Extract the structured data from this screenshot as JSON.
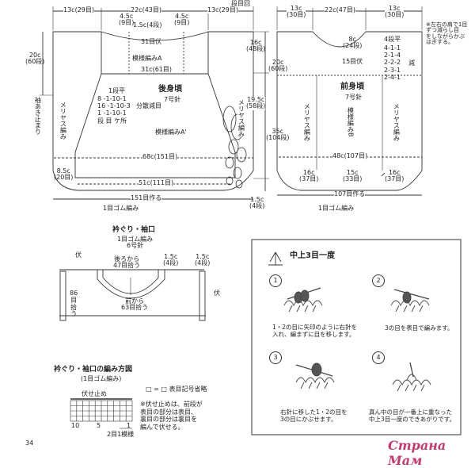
{
  "page_number": "34",
  "watermark": "Страна Мам",
  "back": {
    "top_measures": {
      "left": "13c(29目)",
      "middle": "22c(43目)",
      "right": "13c(29目)",
      "side_rows": "段目回",
      "neck_left": "4.5c\n(9目)",
      "neck_right": "4.5c\n(9目)",
      "neck_depth": "1.5c(4段)"
    },
    "labels": {
      "bind_off": "31目伏",
      "pattern_a": "模様編みA",
      "width_31": "31c(61目)",
      "title": "後身頃",
      "needle": "7号針",
      "decrease_title": "1段平",
      "decrease_rows": "8 -1-10-1\n16 -1-10-3\n1 -1-10-1\n段 目 ケ所",
      "decrease_note": "分散減目",
      "pattern_a2": "模様編みA'",
      "width_68": "68c(151目)",
      "hem_85": "8.5c\n(20目)",
      "width_51": "51c(111目)",
      "cast_on": "151目作る",
      "rib": "1目ゴム編み"
    },
    "side": {
      "left_20": "20c\n(60段)",
      "opening": "袖あき止まり",
      "stockinette_l": "メリヤス編み",
      "stockinette_r": "メリヤス編み",
      "right_16": "16c\n(48段)",
      "right_20": "20c\n(60段)",
      "right_195": "19.5c\n(58段)",
      "right_35": "35c\n(104段)",
      "bottom_15": "1.5c\n(4段)"
    }
  },
  "front": {
    "top_measures": {
      "left": "13c\n(30目)",
      "middle": "22c(47目)",
      "right": "13c\n(30目)"
    },
    "note": "※左右の肩で1目\nずつ減らし目\nをしながらかぶ\nはぎする。",
    "labels": {
      "neck_8": "8c\n(24段)",
      "bind_off": "15目伏",
      "decrease_title": "4段平",
      "decrease_rows": "4-1-1\n2-1-4\n2-2-2\n2-3-1\n2-4-1",
      "decrease_note": "減",
      "title": "前身頃",
      "needle": "7号針",
      "pattern_b": "模様編みB",
      "stockinette_l": "メリヤス編み",
      "stockinette_r": "メリヤス編み",
      "width_48": "48c(107目)",
      "hem_left": "16c\n(37目)",
      "hem_mid": "15c\n(33目)",
      "hem_right": "16c\n(37目)",
      "cast_on": "107目作る",
      "rib": "1目ゴム編み"
    }
  },
  "collar": {
    "title": "衿ぐり・袖口",
    "subtitle": "1目ゴム編み\n6号針",
    "bind_off": "伏",
    "back_pickup": "後ろから\n47目拾う",
    "front_pickup": "前から\n63目拾う",
    "depth_left": "1.5c\n(4段)",
    "depth_right": "1.5c\n(4段)",
    "sleeve_pickup": "86\n目\n拾\nう",
    "bind_off_right": "伏"
  },
  "chart": {
    "title": "衿ぐり・袖口の編み方図",
    "subtitle": "(1目ゴム編み)",
    "legend": "□ = □ 表目記号省略",
    "bind_label": "伏せ止め",
    "note": "※伏せ止めは、前段が\n表目の部分は表目、\n裏目の部分は裏目を\n編んで伏せる。",
    "x_ticks": [
      "10",
      "5",
      "1"
    ],
    "repeat": "2目1模様"
  },
  "technique": {
    "title": "中上3目一度",
    "steps": [
      {
        "num": "1",
        "text": "1・2の目に矢印のように右針を\n入れ、編まずに目を移します。"
      },
      {
        "num": "2",
        "text": "3の目を表目で編みます。"
      },
      {
        "num": "3",
        "text": "右針に移した1・2の目を\n3の目にかぶせます。"
      },
      {
        "num": "4",
        "text": "真ん中の目が一番上に重なった\n中上3目一度のできあがりです。"
      }
    ]
  }
}
